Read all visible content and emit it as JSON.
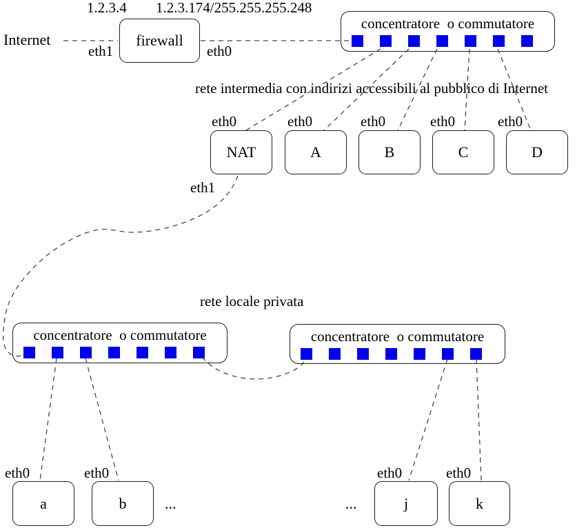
{
  "colors": {
    "port_blue": "#0000ee",
    "line_gray": "#454545",
    "border_dark": "#1c1c1c"
  },
  "header": {
    "firewall_wan_ip": "1.2.3.4",
    "public_subnet": "1.2.3.174/255.255.255.248"
  },
  "labels": {
    "internet": "Internet",
    "firewall": "firewall",
    "eth0": "eth0",
    "eth1": "eth1",
    "hub_title": "concentratore  o commutatore",
    "intermediate_network_caption": "rete intermedia con indirizi accessibili al pubblico di Internet",
    "private_network_caption": "rete locale privata",
    "ellipsis": "..."
  },
  "hosts": {
    "nat": "NAT",
    "host_a": "A",
    "host_b": "B",
    "host_c": "C",
    "host_d": "D",
    "host_pa": "a",
    "host_pb": "b",
    "host_pj": "j",
    "host_pk": "k"
  },
  "hubs": {
    "count": 3,
    "port_count": 7
  }
}
